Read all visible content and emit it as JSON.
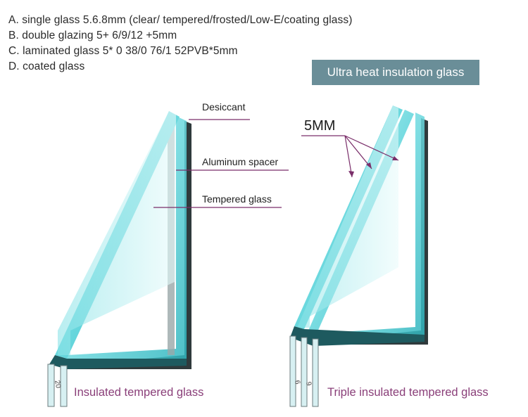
{
  "specs": {
    "a": "A. single glass 5.6.8mm (clear/ tempered/frosted/Low-E/coating glass)",
    "b": "B. double glazing 5+ 6/9/12 +5mm",
    "c": "C. laminated glass 5* 0 38/0 76/1 52PVB*5mm",
    "d": "D. coated glass"
  },
  "badge": "Ultra heat insulation glass",
  "left_diagram": {
    "labels": {
      "desiccant": "Desiccant",
      "spacer": "Aluminum spacer",
      "tempered": "Tempered glass"
    },
    "dimension": "20",
    "caption": "Insulated tempered glass"
  },
  "right_diagram": {
    "thickness": "5MM",
    "dimensions": [
      "6",
      "9"
    ],
    "caption": "Triple insulated tempered glass"
  },
  "colors": {
    "glass": "#5fd3da",
    "glass_dark": "#2aa7b1",
    "frame": "#3a3a3a",
    "caption": "#8a3f79",
    "badge": "#6a8e98",
    "pointer": "#7a2e6a"
  }
}
